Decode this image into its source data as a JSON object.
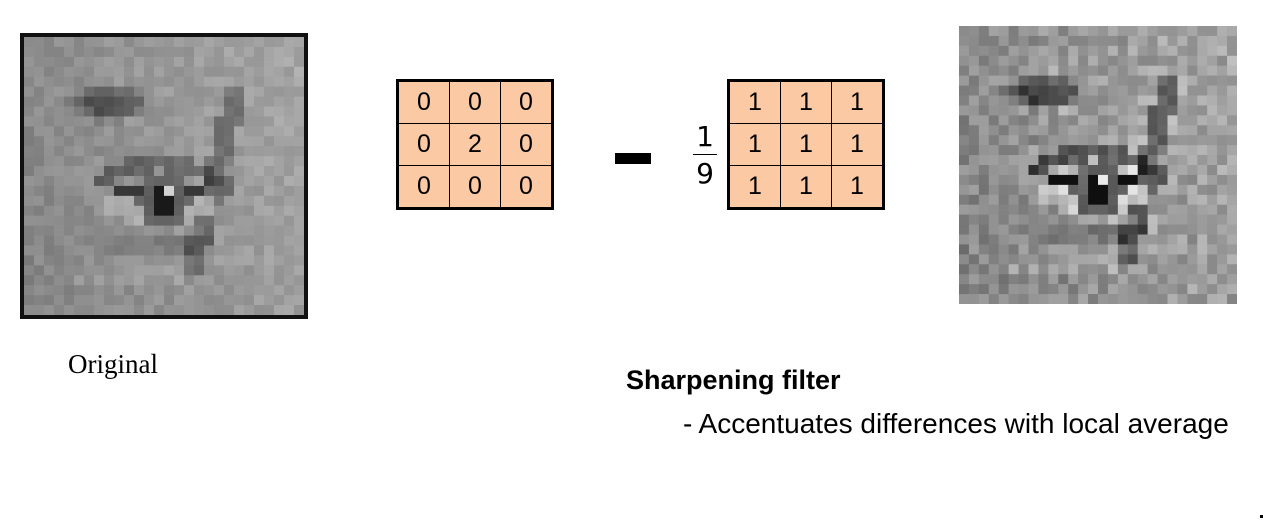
{
  "images": {
    "original": {
      "name": "original-eye-image"
    },
    "result": {
      "name": "sharpened-eye-image"
    }
  },
  "kernels": {
    "identity": {
      "rows": [
        [
          "0",
          "0",
          "0"
        ],
        [
          "0",
          "2",
          "0"
        ],
        [
          "0",
          "0",
          "0"
        ]
      ]
    },
    "box": {
      "rows": [
        [
          "1",
          "1",
          "1"
        ],
        [
          "1",
          "1",
          "1"
        ],
        [
          "1",
          "1",
          "1"
        ]
      ]
    },
    "fraction": {
      "numerator": "1",
      "denominator": "9"
    },
    "cell_color": "#fbc9a3"
  },
  "captions": {
    "original": "Original",
    "filter_title": "Sharpening filter",
    "filter_description": "- Accentuates differences with local average"
  }
}
